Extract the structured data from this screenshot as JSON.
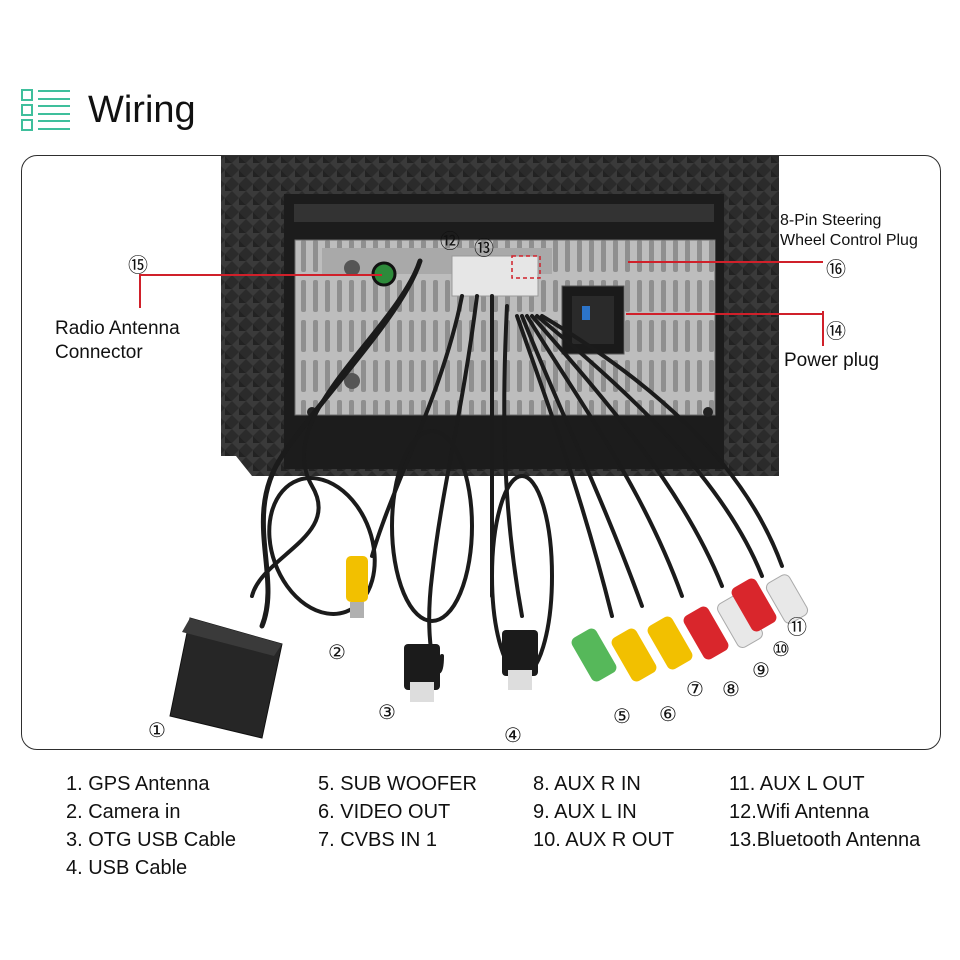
{
  "header": {
    "title": "Wiring",
    "icon": "list-icon",
    "accent": "#3fbf9c"
  },
  "callouts": {
    "radio_antenna": [
      "Radio Antenna",
      "Connector"
    ],
    "power_plug": "Power plug",
    "steering": [
      "8-Pin Steering",
      "Wheel Control Plug"
    ],
    "n15": "⑮",
    "n16": "⑯",
    "n14": "⑭",
    "n12": "⑫",
    "n13": "⑬",
    "n1": "①",
    "n2": "②",
    "n3": "③",
    "n4": "④",
    "n5": "⑤",
    "n6": "⑥",
    "n7": "⑦",
    "n8": "⑧",
    "n9": "⑨",
    "n10": "⑩",
    "n11": "⑪"
  },
  "legend": {
    "col1": [
      "1. GPS Antenna",
      "2. Camera in",
      "3. OTG USB Cable",
      "4. USB Cable"
    ],
    "col2": [
      "5. SUB WOOFER",
      "6. VIDEO OUT",
      "7. CVBS IN 1"
    ],
    "col3": [
      "8. AUX R IN",
      "9. AUX L IN",
      "10. AUX R OUT"
    ],
    "col4": [
      "11. AUX L OUT",
      "12.Wifi Antenna",
      "13.Bluetooth Antenna"
    ]
  },
  "colors": {
    "callout_line": "#d0202a",
    "rca_yellow": "#f2c000",
    "rca_red": "#d9262c",
    "rca_green": "#56b85a",
    "rca_white": "#e8e8e8"
  }
}
